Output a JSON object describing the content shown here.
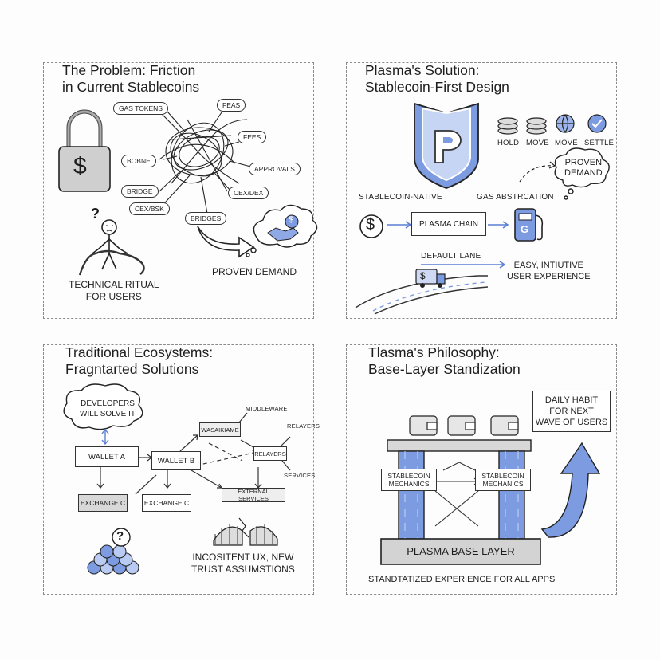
{
  "panel1": {
    "title_line1": "The Problem: Friction",
    "title_line2": "in Current Stablecoins",
    "labels": {
      "gas_tokens": "GAS TOKENS",
      "feas": "FEAS",
      "fees": "FEES",
      "bonne": "BOBNE",
      "approvals": "APPROVALS",
      "bridge": "BRIDGE",
      "cex_dex": "CEX/DEX",
      "cex_bsk": "CEX/BSK",
      "bridges": "BRIDGES"
    },
    "dollar": "$",
    "question": "?",
    "caption_line1": "TECHNICAL RITUAL",
    "caption_line2": "FOR USERS",
    "proven": "PROVEN DEMAND"
  },
  "panel2": {
    "title_line1": "Plasma's Solution:",
    "title_line2": "Stablecoin-First Design",
    "icons": [
      "HOLD",
      "MOVE",
      "MOVE",
      "SETTLE"
    ],
    "proven_line1": "PROVEN",
    "proven_line2": "DEMAND",
    "native": "STABLECOIN-NATIVE",
    "gas_abstraction": "GAS ABSTRCATION",
    "chain": "PLASMA CHAIN",
    "dollar": "$",
    "g": "G",
    "lane": "DEFAULT LANE",
    "easy_line1": "EASY, INTIUTIVE",
    "easy_line2": "USER EXPERIENCE"
  },
  "panel3": {
    "title_line1": "Traditional Ecosystems:",
    "title_line2": "Fragntarted Solutions",
    "cloud_line1": "DEVELOPERS",
    "cloud_line2": "WILL SOLVE IT",
    "wallet_a": "WALLET A",
    "wallet_b": "WALLET B",
    "wasabi": "WASAIKIAME",
    "middleware": "MIDDLEWARE",
    "relayers_top": "RELAYERS",
    "relayers_box": "RELAYERS",
    "services": "SERVICES",
    "exchange_left": "EXCHANGE C",
    "exchange_mid": "EXCHANGE C",
    "external": "EXTERNAL SERVICES",
    "question": "?",
    "caption_line1": "INCOSITENT UX, NEW",
    "caption_line2": "TRUST ASSUMSTIONS"
  },
  "panel4": {
    "title_line1": "Tlasma's Philosophy:",
    "title_line2": "Base-Layer Standization",
    "habit_line1": "DAILY HABIT",
    "habit_line2": "FOR NEXT",
    "habit_line3": "WAVE OF USERS",
    "mech_left_line1": "STABLECOIN",
    "mech_left_line2": "MECHANICS",
    "mech_right_line1": "STABLECOIN",
    "mech_right_line2": "MECHANICS",
    "base": "PLASMA BASE LAYER",
    "footer": "STANDTATIZED EXPERIENCE FOR ALL APPS"
  },
  "colors": {
    "accent": "#7d9be0",
    "accent_light": "#b9cbf2",
    "ink": "#1e1e1e",
    "grey": "#cfcfcf"
  }
}
